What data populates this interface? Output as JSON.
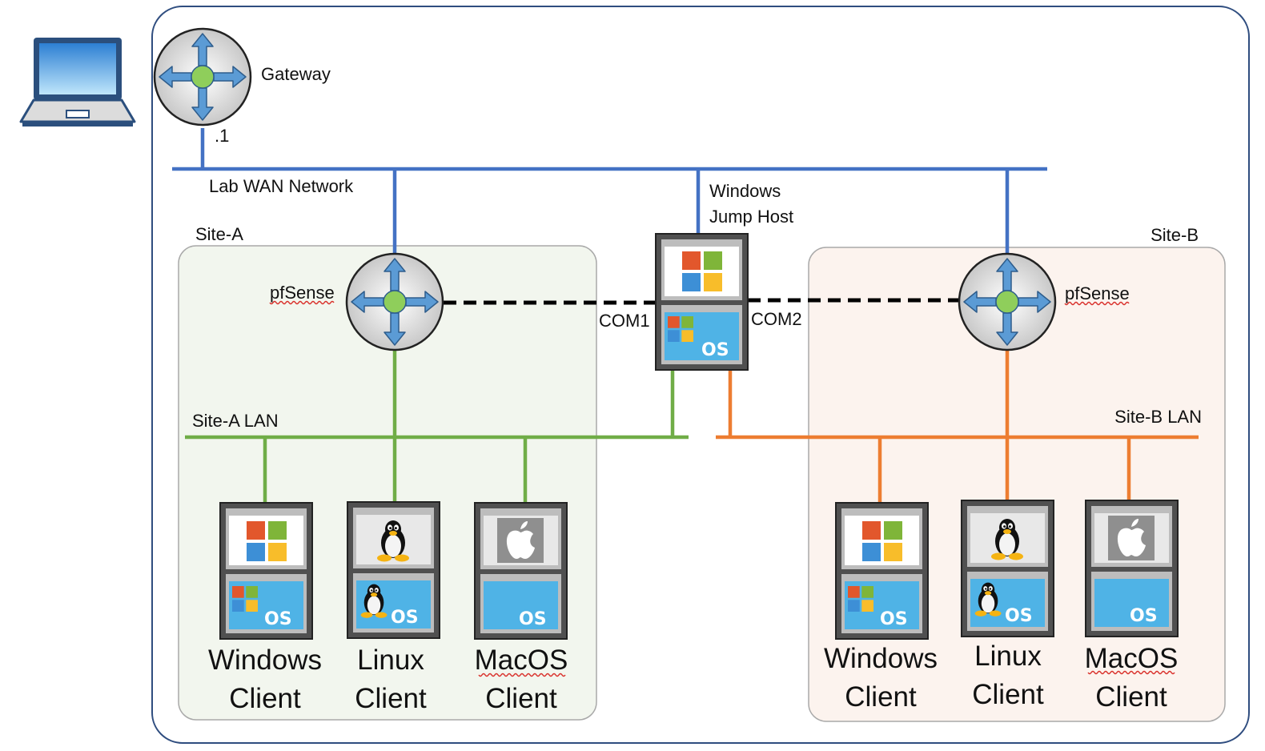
{
  "labels": {
    "gateway": "Gateway",
    "gateway_ip": ".1",
    "wan": "Lab WAN Network",
    "site_a": "Site-A",
    "site_b": "Site-B",
    "site_a_lan": "Site-A LAN",
    "site_b_lan": "Site-B LAN",
    "pfsense_a": "pfSense",
    "pfsense_b": "pfSense",
    "jump_line1": "Windows",
    "jump_line2": "Jump Host",
    "com1": "COM1",
    "com2": "COM2",
    "os_badge": "OS"
  },
  "clients": {
    "a_windows": {
      "line1": "Windows",
      "line2": "Client"
    },
    "a_linux": {
      "line1": "Linux",
      "line2": "Client"
    },
    "a_macos": {
      "line1": "MacOS",
      "line2": "Client"
    },
    "b_windows": {
      "line1": "Windows",
      "line2": "Client"
    },
    "b_linux": {
      "line1": "Linux",
      "line2": "Client"
    },
    "b_macos": {
      "line1": "MacOS",
      "line2": "Client"
    }
  },
  "colors": {
    "wan": "#4472c4",
    "site_a_lan": "#70ad47",
    "site_b_lan": "#ed7d31",
    "site_a_fill": "#f2f6ee",
    "site_b_fill": "#fcf3ee",
    "router_arrow": "#5b9bd5",
    "router_center": "#8fce5b",
    "ms_red": "#e2572c",
    "ms_green": "#7fb539",
    "ms_blue": "#3d8fd6",
    "ms_yellow": "#f8bd2a"
  },
  "icons": {
    "laptop": "laptop-icon",
    "router": "router-icon",
    "windows": "windows-logo-icon",
    "linux": "tux-penguin-icon",
    "apple": "apple-logo-icon"
  }
}
